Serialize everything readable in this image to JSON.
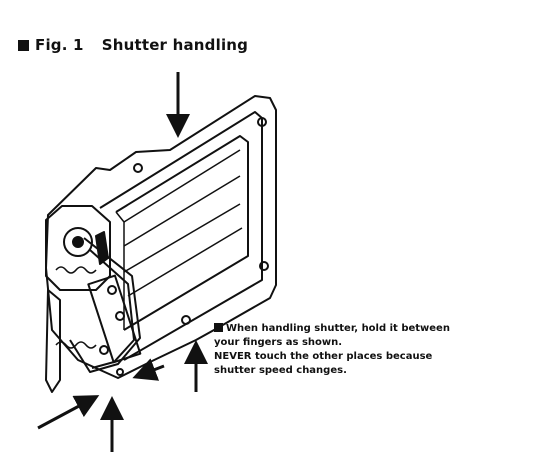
{
  "figure": {
    "label": "Fig. 1",
    "title": "Shutter handling"
  },
  "note": {
    "lines": [
      "When handling shutter, hold it between",
      "your fingers as shown.",
      "NEVER touch the other places because",
      "shutter speed changes."
    ]
  },
  "colors": {
    "ink": "#111111",
    "background": "#ffffff"
  },
  "icons": [
    "square-bullet-icon",
    "arrow-icon"
  ]
}
